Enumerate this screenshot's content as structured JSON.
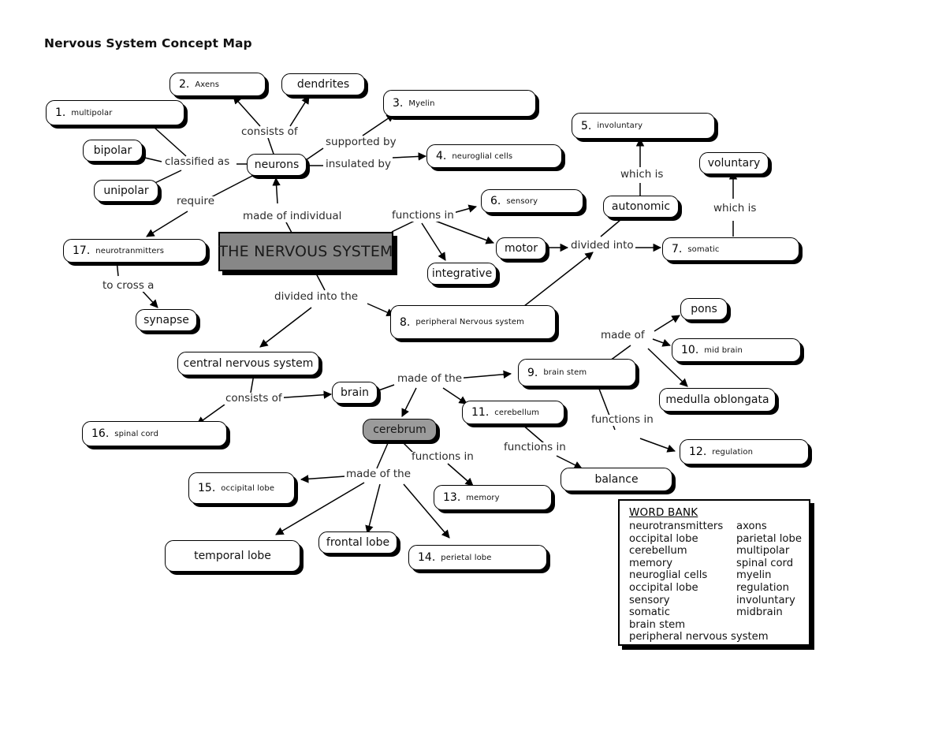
{
  "title": "Nervous System Concept Map",
  "colors": {
    "main_box_fill": "#878787",
    "cerebrum_fill": "#9b9b9b",
    "node_fill": "#ffffff",
    "stroke": "#000000"
  },
  "main": {
    "label": "THE NERVOUS SYSTEM"
  },
  "nodes": [
    {
      "id": "multipolar",
      "num": "1.",
      "text": "multipolar",
      "style": "numbered"
    },
    {
      "id": "axons",
      "num": "2.",
      "text": "Axens",
      "style": "numbered"
    },
    {
      "id": "dendrites",
      "num": "",
      "text": "dendrites",
      "style": "plain"
    },
    {
      "id": "myelin",
      "num": "3.",
      "text": "Myelin",
      "style": "numbered"
    },
    {
      "id": "neuroglial-cells",
      "num": "4.",
      "text": "neuroglial cells",
      "style": "numbered"
    },
    {
      "id": "involuntary",
      "num": "5.",
      "text": "involuntary",
      "style": "numbered"
    },
    {
      "id": "sensory",
      "num": "6.",
      "text": "sensory",
      "style": "numbered"
    },
    {
      "id": "somatic",
      "num": "7.",
      "text": "somatic",
      "style": "numbered"
    },
    {
      "id": "peripheral-ns",
      "num": "8.",
      "text": "peripheral Nervous system",
      "style": "numbered"
    },
    {
      "id": "brain-stem",
      "num": "9.",
      "text": "brain stem",
      "style": "numbered"
    },
    {
      "id": "mid-brain",
      "num": "10.",
      "text": "mid brain",
      "style": "numbered"
    },
    {
      "id": "cerebellum",
      "num": "11.",
      "text": "cerebellum",
      "style": "numbered"
    },
    {
      "id": "regulation",
      "num": "12.",
      "text": "regulation",
      "style": "numbered"
    },
    {
      "id": "memory",
      "num": "13.",
      "text": "memory",
      "style": "numbered"
    },
    {
      "id": "parietal-lobe",
      "num": "14.",
      "text": "perietal lobe",
      "style": "numbered"
    },
    {
      "id": "occipital-lobe",
      "num": "15.",
      "text": "occipital lobe",
      "style": "numbered"
    },
    {
      "id": "spinal-cord",
      "num": "16.",
      "text": "spinal cord",
      "style": "numbered"
    },
    {
      "id": "neurotransmitters",
      "num": "17.",
      "text": "neurotranmitters",
      "style": "numbered"
    },
    {
      "id": "bipolar",
      "num": "",
      "text": "bipolar",
      "style": "plain"
    },
    {
      "id": "unipolar",
      "num": "",
      "text": "unipolar",
      "style": "plain"
    },
    {
      "id": "neurons",
      "num": "",
      "text": "neurons",
      "style": "plain"
    },
    {
      "id": "autonomic",
      "num": "",
      "text": "autonomic",
      "style": "plain"
    },
    {
      "id": "voluntary",
      "num": "",
      "text": "voluntary",
      "style": "plain"
    },
    {
      "id": "motor",
      "num": "",
      "text": "motor",
      "style": "plain"
    },
    {
      "id": "integrative",
      "num": "",
      "text": "integrative",
      "style": "plain"
    },
    {
      "id": "synapse",
      "num": "",
      "text": "synapse",
      "style": "plain"
    },
    {
      "id": "central-ns",
      "num": "",
      "text": "central nervous system",
      "style": "plain"
    },
    {
      "id": "brain",
      "num": "",
      "text": "brain",
      "style": "plain"
    },
    {
      "id": "cerebrum",
      "num": "",
      "text": "cerebrum",
      "style": "gray"
    },
    {
      "id": "pons",
      "num": "",
      "text": "pons",
      "style": "plain"
    },
    {
      "id": "medulla",
      "num": "",
      "text": "medulla oblongata",
      "style": "plain"
    },
    {
      "id": "balance",
      "num": "",
      "text": "balance",
      "style": "plain"
    },
    {
      "id": "temporal-lobe",
      "num": "",
      "text": "temporal lobe",
      "style": "plain"
    },
    {
      "id": "frontal-lobe",
      "num": "",
      "text": "frontal lobe",
      "style": "plain"
    }
  ],
  "link_labels": [
    {
      "id": "consists-of-neurons",
      "text": "consists of"
    },
    {
      "id": "classified-as",
      "text": "classified as"
    },
    {
      "id": "supported-by",
      "text": "supported by"
    },
    {
      "id": "insulated-by",
      "text": "insulated by"
    },
    {
      "id": "require",
      "text": "require"
    },
    {
      "id": "to-cross-a",
      "text": "to  cross a"
    },
    {
      "id": "made-of-individual",
      "text": "made of individual"
    },
    {
      "id": "functions-in-pns",
      "text": "functions in"
    },
    {
      "id": "which-is-autonomic",
      "text": "which is"
    },
    {
      "id": "which-is-voluntary",
      "text": "which is"
    },
    {
      "id": "divided-into",
      "text": "divided into"
    },
    {
      "id": "divided-into-the",
      "text": "divided into the"
    },
    {
      "id": "consists-of-cns",
      "text": "consists of"
    },
    {
      "id": "made-of-the-brain",
      "text": "made of the"
    },
    {
      "id": "made-of-brainstem",
      "text": "made of"
    },
    {
      "id": "functions-in-stem",
      "text": "functions in"
    },
    {
      "id": "functions-in-cbm",
      "text": "functions in"
    },
    {
      "id": "functions-in-cerebrum",
      "text": "functions in"
    },
    {
      "id": "made-of-the-cerebrum",
      "text": "made of the"
    }
  ],
  "word_bank": {
    "title": "WORD BANK",
    "left": [
      "neurotransmitters",
      "occipital lobe",
      "cerebellum",
      "memory",
      "neuroglial cells",
      "occipital lobe",
      "sensory",
      "somatic",
      "brain stem",
      "peripheral nervous system"
    ],
    "right": [
      "axons",
      "parietal lobe",
      "multipolar",
      "spinal cord",
      "myelin",
      "regulation",
      "involuntary",
      "midbrain"
    ]
  }
}
